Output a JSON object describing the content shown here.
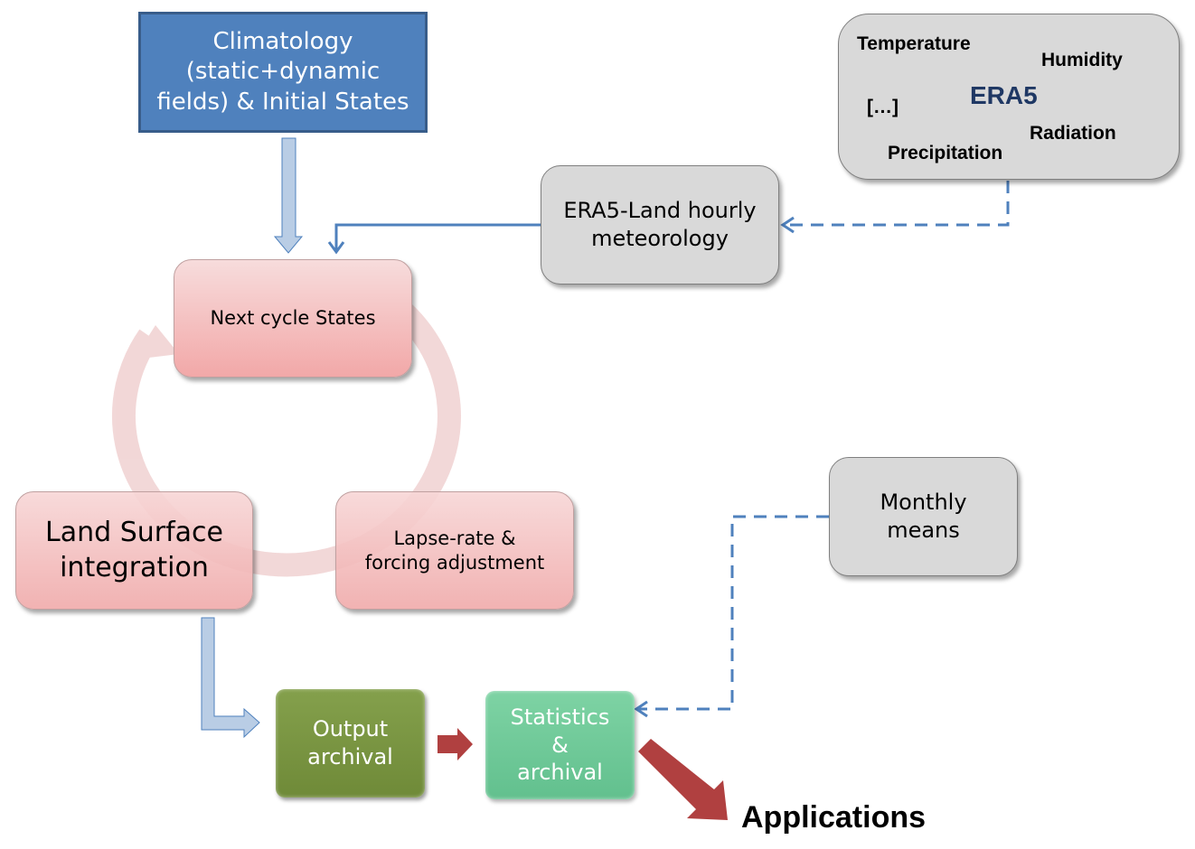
{
  "diagram": {
    "climatology": {
      "lines": [
        "Climatology",
        "(static+dynamic",
        "fields) & Initial States"
      ]
    },
    "era5": {
      "title": "ERA5",
      "variables": [
        "Temperature",
        "Humidity",
        "[…]",
        "Radiation",
        "Precipitation"
      ]
    },
    "era5_land": {
      "lines": [
        "ERA5-Land hourly",
        "meteorology"
      ]
    },
    "cycle": {
      "next_cycle": {
        "lines": [
          "Next cycle States"
        ]
      },
      "land_surface": {
        "lines": [
          "Land Surface",
          "integration"
        ]
      },
      "lapse_rate": {
        "lines": [
          "Lapse-rate &",
          "forcing adjustment"
        ]
      }
    },
    "monthly_means": {
      "lines": [
        "Monthly",
        "means"
      ]
    },
    "output_archival": {
      "lines": [
        "Output",
        "archival"
      ]
    },
    "statistics": {
      "lines": [
        "Statistics",
        "&",
        "archival"
      ]
    },
    "applications": "Applications",
    "colors": {
      "climatology_fill": "#4f81bd",
      "connector_blue": "#4f81bd",
      "block_arrow_fill": "#b9cde5",
      "cycle_pink": "#f2a8a8",
      "output_green": "#77933c",
      "statistics_green": "#6fca98",
      "flow_red": "#b04040",
      "era5_title": "#1f3864",
      "gray_box": "#d9d9d9"
    }
  }
}
